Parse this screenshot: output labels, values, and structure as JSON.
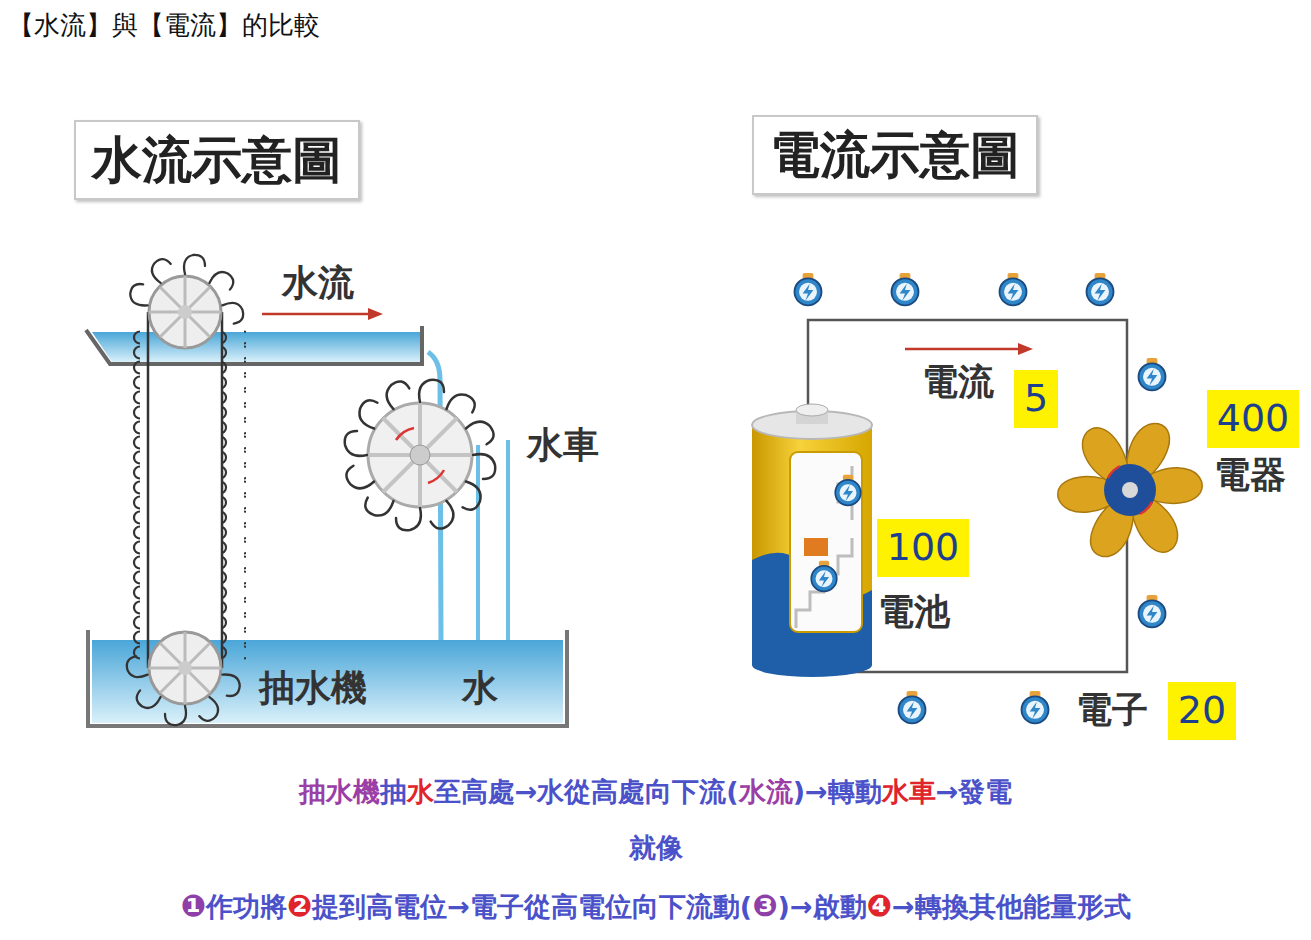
{
  "diagram": {
    "title": "【水流】與【電流】的比較",
    "nodes": [
      {
        "text": [
          "水流示意圖"
        ]
      },
      {
        "text": [
          "電流示意圖"
        ]
      },
      {
        "text": [
          "5"
        ]
      },
      {
        "text": [
          "100"
        ]
      },
      {
        "text": [
          "400"
        ]
      },
      {
        "text": [
          "20"
        ]
      }
    ],
    "labels": [
      "水流",
      "水車",
      "抽水機",
      "水",
      "電流",
      "電器",
      "電池",
      "電子",
      "抽水機",
      "抽",
      "水",
      "至高處→水從高處向下流(",
      "水流",
      ")→轉動",
      "水車",
      "→發電",
      "就像",
      "❶",
      "作功將",
      "❷",
      "提到高電位→電子從高電位向下流動(",
      "❸",
      ")→啟動",
      "❹",
      "→轉換其他能量形式"
    ]
  }
}
